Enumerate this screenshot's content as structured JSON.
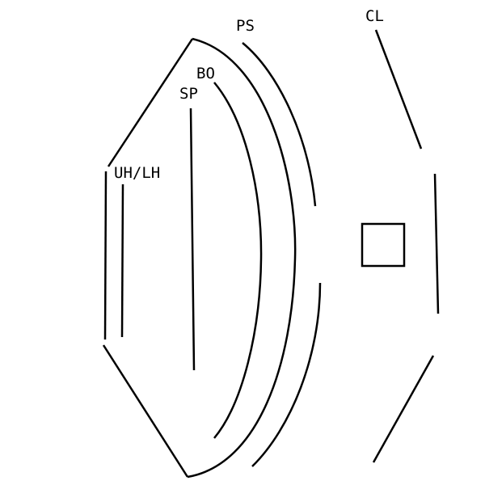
{
  "labels": {
    "ps": "PS",
    "cl": "CL",
    "bo": "BO",
    "sp": "SP",
    "uh_lh": "UH/LH"
  }
}
